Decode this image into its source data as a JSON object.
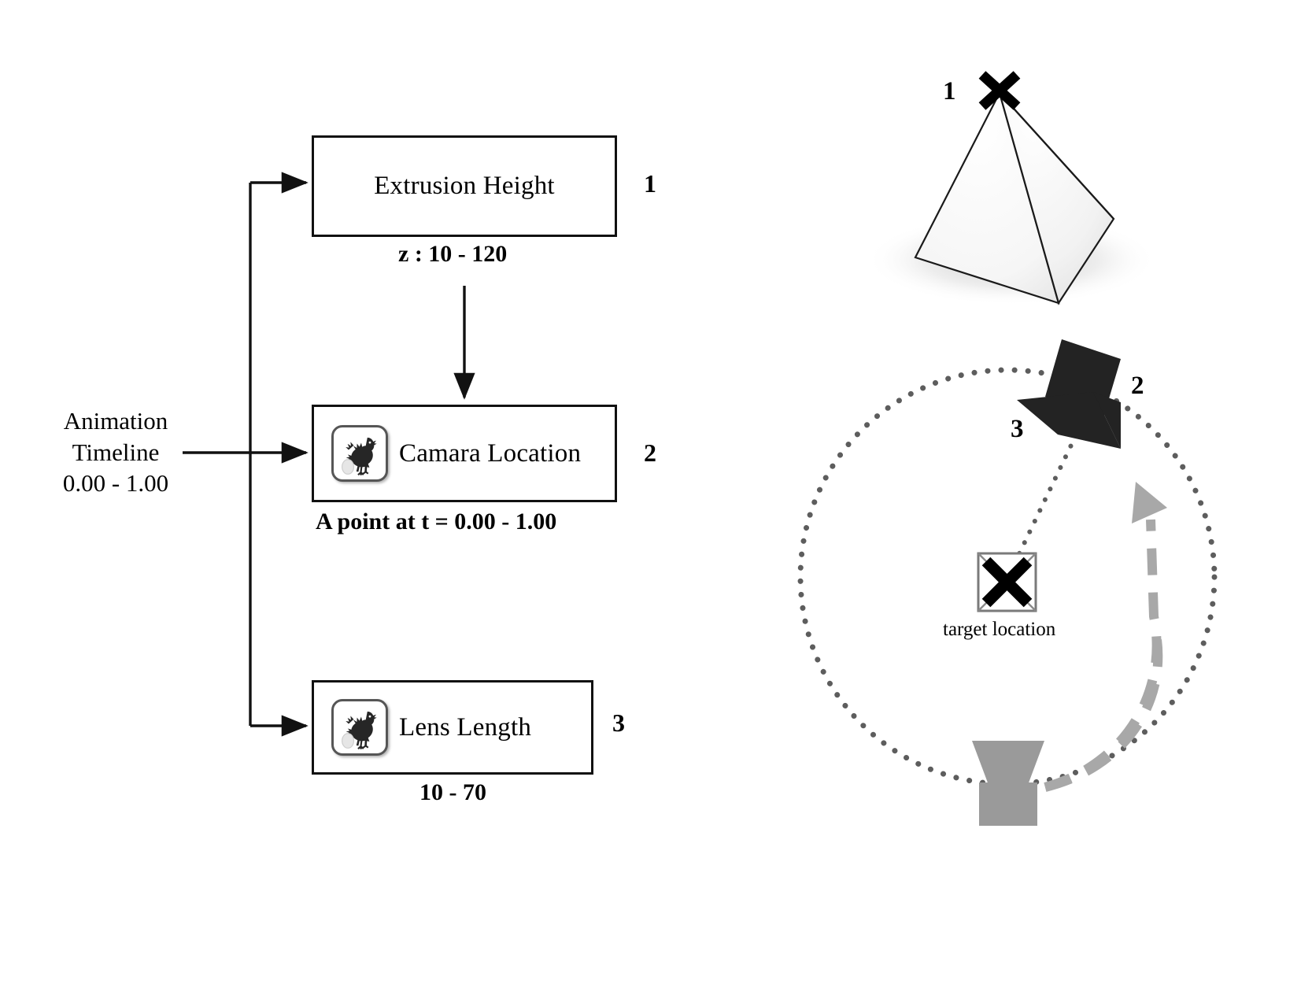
{
  "diagram": {
    "title_present": false,
    "timeline": {
      "line1": "Animation",
      "line2": "Timeline",
      "line3": "0.00 - 1.00"
    },
    "nodes": [
      {
        "id": "extrusion-height",
        "label": "Extrusion Height",
        "index": "1",
        "caption": "z : 10 - 120",
        "has_icon": false,
        "icon": ""
      },
      {
        "id": "camera-location",
        "label": "Camara Location",
        "index": "2",
        "caption": "A point at t = 0.00 - 1.00",
        "has_icon": true,
        "icon": "rooster-egg-icon"
      },
      {
        "id": "lens-length",
        "label": "Lens Length",
        "index": "3",
        "caption": "10 - 70",
        "has_icon": true,
        "icon": "rooster-egg-icon"
      }
    ],
    "right_panel": {
      "pyramid": {
        "marker_index": "1",
        "apex_marker": "x-marker"
      },
      "orbit": {
        "camera_index": "2",
        "path_index": "3",
        "target_label": "target location",
        "target_marker": "x-marker",
        "orbit_style": "dotted-circle",
        "direction_arrow": "dashed-ccw-arrow"
      }
    },
    "colors": {
      "ink": "#111111",
      "gray_line": "#777777",
      "gray_fill": "#9a9a9a",
      "dash_gray": "#a0a0a0",
      "icon_dark": "#262626"
    }
  }
}
